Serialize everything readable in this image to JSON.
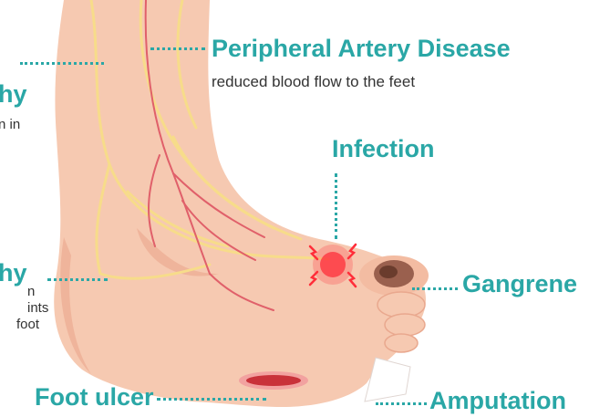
{
  "colors": {
    "accent": "#2aa7a6",
    "skin": "#f6c9b1",
    "skin_shade": "#efb49b",
    "nerve": "#f7dc8a",
    "artery": "#e0606a",
    "infection": "#ff2e3a",
    "gangrene": "#8a5040",
    "ulcer": "#c9323a"
  },
  "labels": {
    "pad": {
      "title": "Peripheral Artery Disease",
      "subtitle": "reduced blood flow to the feet"
    },
    "neuropathy_upper": {
      "title_partial": "hy",
      "subtitle_partial": "n in"
    },
    "neuropathy_lower": {
      "title_partial": "hy",
      "line1": "n",
      "line2": "ints",
      "line3": "foot"
    },
    "infection": "Infection",
    "gangrene": "Gangrene",
    "foot_ulcer": "Foot ulcer",
    "amputation": "Amputation"
  }
}
